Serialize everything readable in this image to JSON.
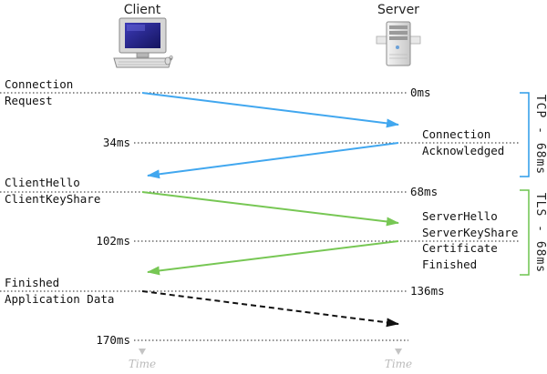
{
  "client_title": "Client",
  "server_title": "Server",
  "axis_label": "Time",
  "phases": [
    {
      "label": "TCP - 68ms",
      "color": "#2b9be8"
    },
    {
      "label": "TLS - 68ms",
      "color": "#6dc34f"
    }
  ],
  "rows": [
    {
      "time": "0ms",
      "side": "right"
    },
    {
      "time": "34ms",
      "side": "left"
    },
    {
      "time": "68ms",
      "side": "right"
    },
    {
      "time": "102ms",
      "side": "left"
    },
    {
      "time": "136ms",
      "side": "right"
    },
    {
      "time": "170ms",
      "side": "left"
    }
  ],
  "client_messages": [
    [
      "Connection",
      "Request"
    ],
    [
      "ClientHello",
      "ClientKeyShare"
    ],
    [
      "Finished",
      "Application Data"
    ]
  ],
  "server_messages": [
    [
      "Connection",
      "Acknowledged"
    ],
    [
      "ServerHello",
      "ServerKeyShare",
      "Certificate",
      "Finished"
    ]
  ],
  "arrows": [
    {
      "from": "client",
      "row": 0,
      "color": "#41a7ef",
      "style": "solid"
    },
    {
      "from": "server",
      "row": 1,
      "color": "#41a7ef",
      "style": "solid"
    },
    {
      "from": "client",
      "row": 2,
      "color": "#77c754",
      "style": "solid"
    },
    {
      "from": "server",
      "row": 3,
      "color": "#77c754",
      "style": "solid"
    },
    {
      "from": "client",
      "row": 4,
      "color": "#111111",
      "style": "dashed"
    }
  ],
  "icons": {
    "client": "desktop-computer-icon",
    "server": "server-tower-icon"
  }
}
